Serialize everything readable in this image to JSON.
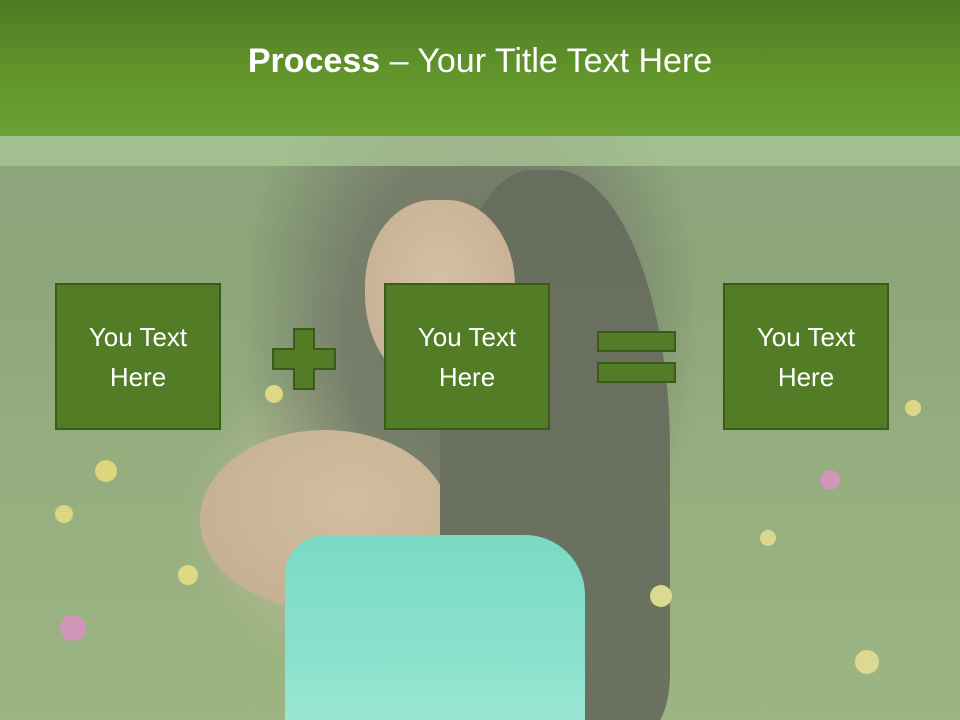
{
  "slide": {
    "title_bold": "Process",
    "title_rest": " – Your Title Text Here"
  },
  "process": {
    "boxes": [
      {
        "text": "You Text Here"
      },
      {
        "text": "You Text Here"
      },
      {
        "text": "You Text Here"
      }
    ],
    "operators": [
      "plus-icon",
      "equals-icon"
    ]
  },
  "colors": {
    "header_top": "#4f7a22",
    "header_bottom": "#6aa232",
    "box_fill": "#527d26",
    "box_border": "#3b5c19",
    "text": "#ffffff"
  }
}
